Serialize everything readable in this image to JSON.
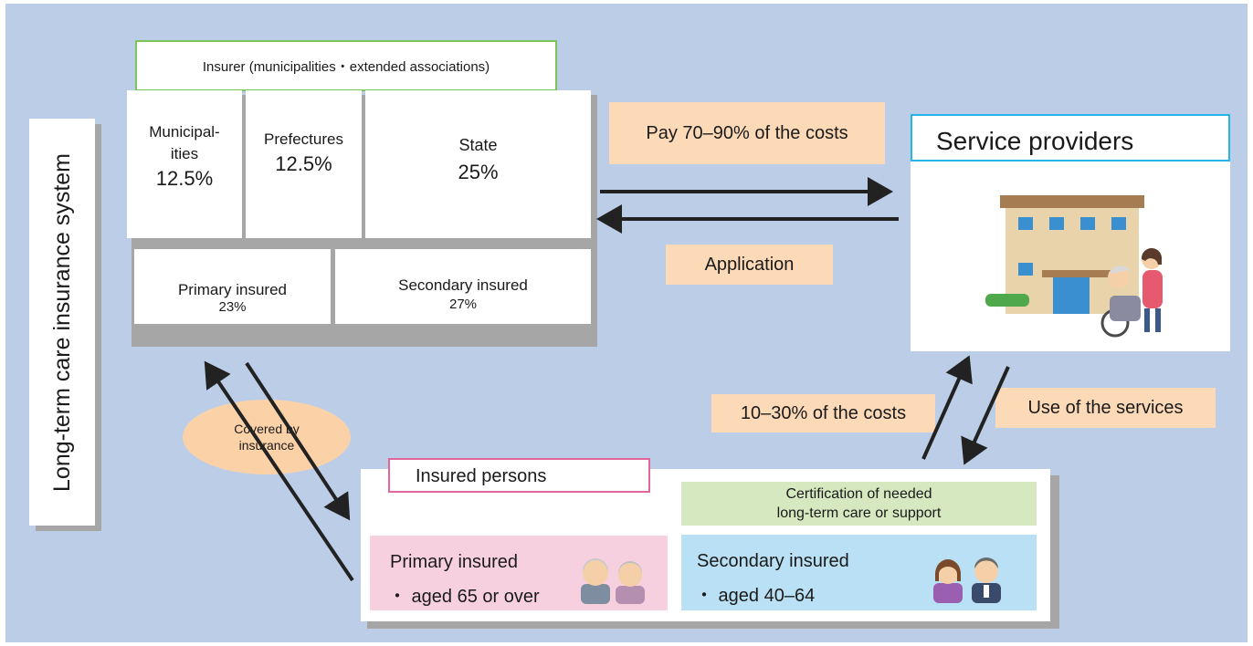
{
  "system_title": "Long-term care insurance system",
  "insurer": {
    "header": "Insurer (municipalities・extended associations)",
    "municipalities": {
      "label_line1": "Municipal-",
      "label_line2": "ities",
      "share": "12.5%"
    },
    "prefectures": {
      "label": "Prefectures",
      "share": "12.5%"
    },
    "state": {
      "label": "State",
      "share": "25%"
    },
    "primary_insured": {
      "label": "Primary insured",
      "share": "23%"
    },
    "secondary_insured": {
      "label": "Secondary insured",
      "share": "27%"
    }
  },
  "flows": {
    "pay_costs": "Pay 70–90% of the costs",
    "application": "Application",
    "covered_line1": "Covered by",
    "covered_line2": "insurance",
    "copay": "10–30% of the costs",
    "use_services": "Use of the services"
  },
  "providers": {
    "title": "Service providers",
    "illustration": "care-facility-illustration"
  },
  "insured_persons": {
    "title": "Insured persons",
    "certification_line1": "Certification of needed",
    "certification_line2": "long-term care or support",
    "primary": {
      "title": "Primary insured",
      "detail": "・ aged 65 or over"
    },
    "secondary": {
      "title": "Secondary insured",
      "detail": "・ aged 40–64"
    }
  },
  "colors": {
    "background": "#bccde8",
    "peach_label": "#fcd9b7",
    "insurer_border": "#7cc35c",
    "provider_border": "#27b4e8",
    "insured_border": "#e0669c",
    "certification": "#d5e8c0",
    "primary_box": "#f7d0e0",
    "secondary_box": "#b9e0f4"
  }
}
